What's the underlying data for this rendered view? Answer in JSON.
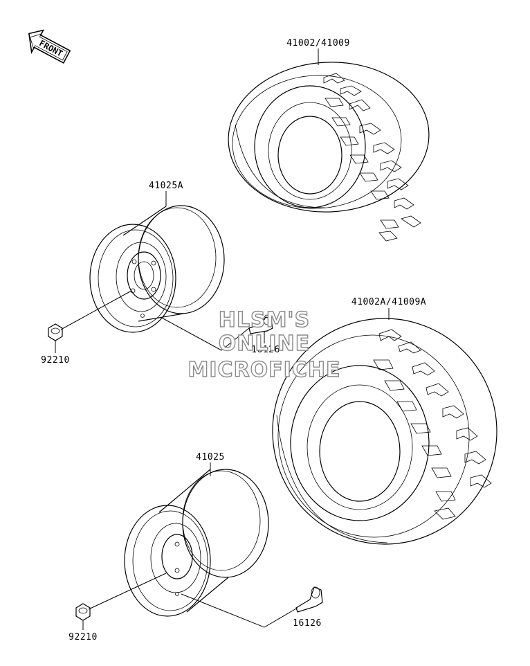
{
  "front_badge": {
    "text": "FRONT",
    "icon": "front-arrow-icon"
  },
  "parts": {
    "tire_front": "41002/41009",
    "tire_rear": "41002A/41009A",
    "wheel_front": "41025A",
    "wheel_rear": "41025",
    "nut_front": "92210",
    "nut_rear": "92210",
    "valve_front": "16126",
    "valve_rear": "16126"
  },
  "watermark": {
    "line1": "HLSM'S",
    "line2": "ONLINE",
    "line3": "MICROFICHE"
  }
}
